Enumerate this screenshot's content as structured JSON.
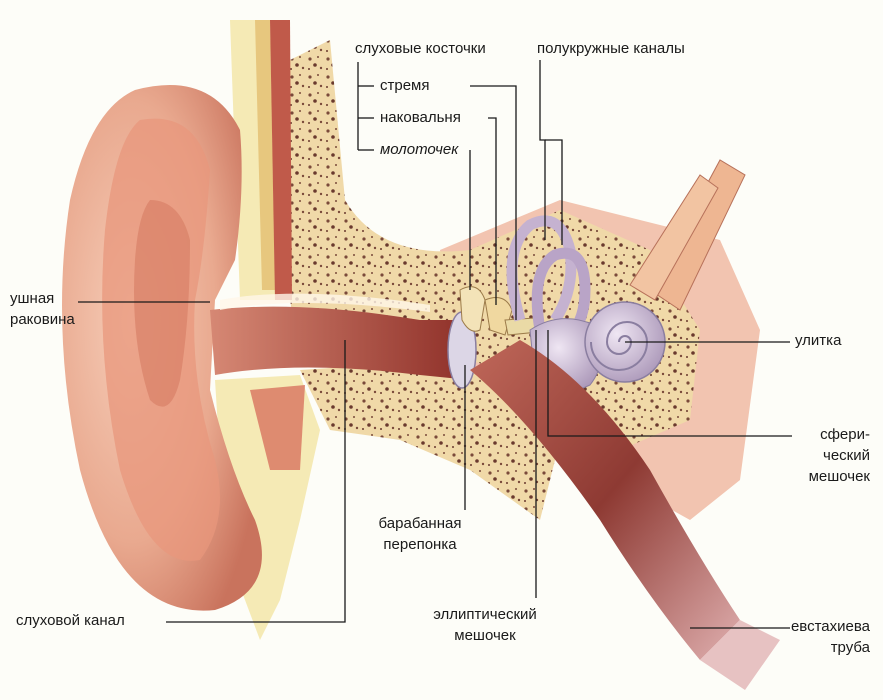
{
  "labels": {
    "ossicles": "слуховые косточки",
    "stapes": "стремя",
    "incus": "наковальня",
    "malleus": "молоточек",
    "semicircular_canals": "полукружные каналы",
    "auricle_1": "ушная",
    "auricle_2": "раковина",
    "cochlea": "улитка",
    "saccule_1": "сфери-",
    "saccule_2": "ческий",
    "saccule_3": "мешочек",
    "eardrum_1": "барабанная",
    "eardrum_2": "перепонка",
    "ear_canal": "слуховой канал",
    "utricle_1": "эллиптический",
    "utricle_2": "мешочек",
    "eustachian_1": "евстахиева",
    "eustachian_2": "труба"
  },
  "colors": {
    "skin": "#e9a98f",
    "skin_dark": "#c9735d",
    "skin_light": "#f6cdb8",
    "bone": "#f0d9a8",
    "bone_spots": "#7a4a3a",
    "cartilage": "#f5eab5",
    "canal": "#b44a3e",
    "inner_ear": "#c9b9d4",
    "tube": "#a3473f",
    "leader": "#1a1a1a"
  }
}
